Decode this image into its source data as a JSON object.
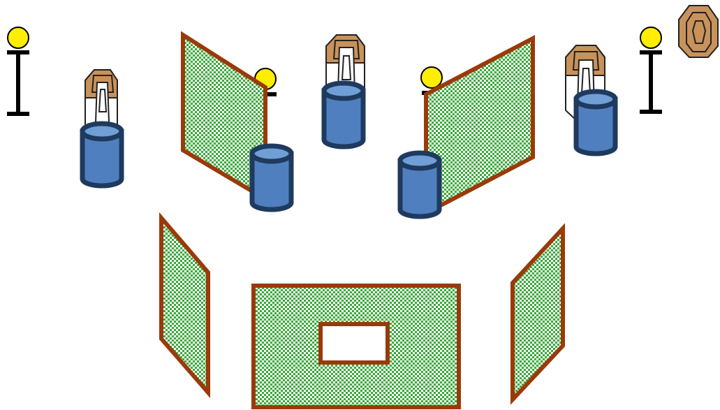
{
  "colors": {
    "background": "#ffffff",
    "wall_border": "#9a3a0a",
    "wall_green": "#3aa83a",
    "barrel_fill": "#4f7fbf",
    "barrel_top": "#6f9fd4",
    "barrel_stroke": "#1f3a5f",
    "target_fill": "#c8925a",
    "target_stroke": "#222222",
    "popper_head": "#ffee00",
    "popper_stand": "#000000"
  },
  "scene": {
    "walls": [
      {
        "name": "wall-upper-left",
        "icon": "mesh-wall"
      },
      {
        "name": "wall-upper-right",
        "icon": "mesh-wall"
      },
      {
        "name": "wall-lower-left",
        "icon": "mesh-wall"
      },
      {
        "name": "wall-lower-right",
        "icon": "mesh-wall"
      },
      {
        "name": "wall-shooting-box",
        "icon": "mesh-wall-with-port"
      }
    ],
    "barrels": 5,
    "paper_targets": 4,
    "steel_poppers": 4
  }
}
